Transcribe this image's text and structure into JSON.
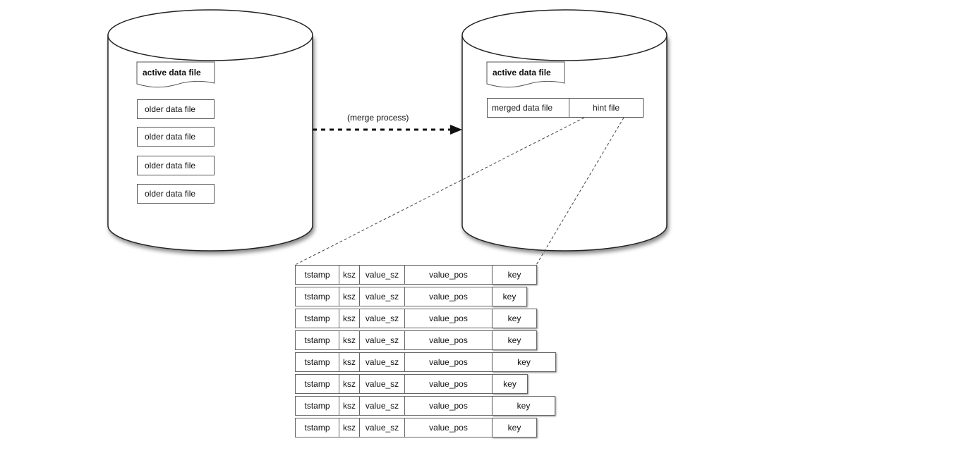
{
  "left_store": {
    "active_file": "active data file",
    "older_files": [
      "older data file",
      "older data file",
      "older data file",
      "older data file"
    ]
  },
  "merge_label": "(merge process)",
  "right_store": {
    "active_file": "active data file",
    "merged_file": "merged data file",
    "hint_file": "hint file"
  },
  "hint_records": {
    "columns": [
      "tstamp",
      "ksz",
      "value_sz",
      "value_pos",
      "key"
    ],
    "rows": [
      [
        "tstamp",
        "ksz",
        "value_sz",
        "value_pos",
        "key"
      ],
      [
        "tstamp",
        "ksz",
        "value_sz",
        "value_pos",
        "key"
      ],
      [
        "tstamp",
        "ksz",
        "value_sz",
        "value_pos",
        "key"
      ],
      [
        "tstamp",
        "ksz",
        "value_sz",
        "value_pos",
        "key"
      ],
      [
        "tstamp",
        "ksz",
        "value_sz",
        "value_pos",
        "key"
      ],
      [
        "tstamp",
        "ksz",
        "value_sz",
        "value_pos",
        "key"
      ],
      [
        "tstamp",
        "ksz",
        "value_sz",
        "value_pos",
        "key"
      ],
      [
        "tstamp",
        "ksz",
        "value_sz",
        "value_pos",
        "key"
      ]
    ]
  }
}
